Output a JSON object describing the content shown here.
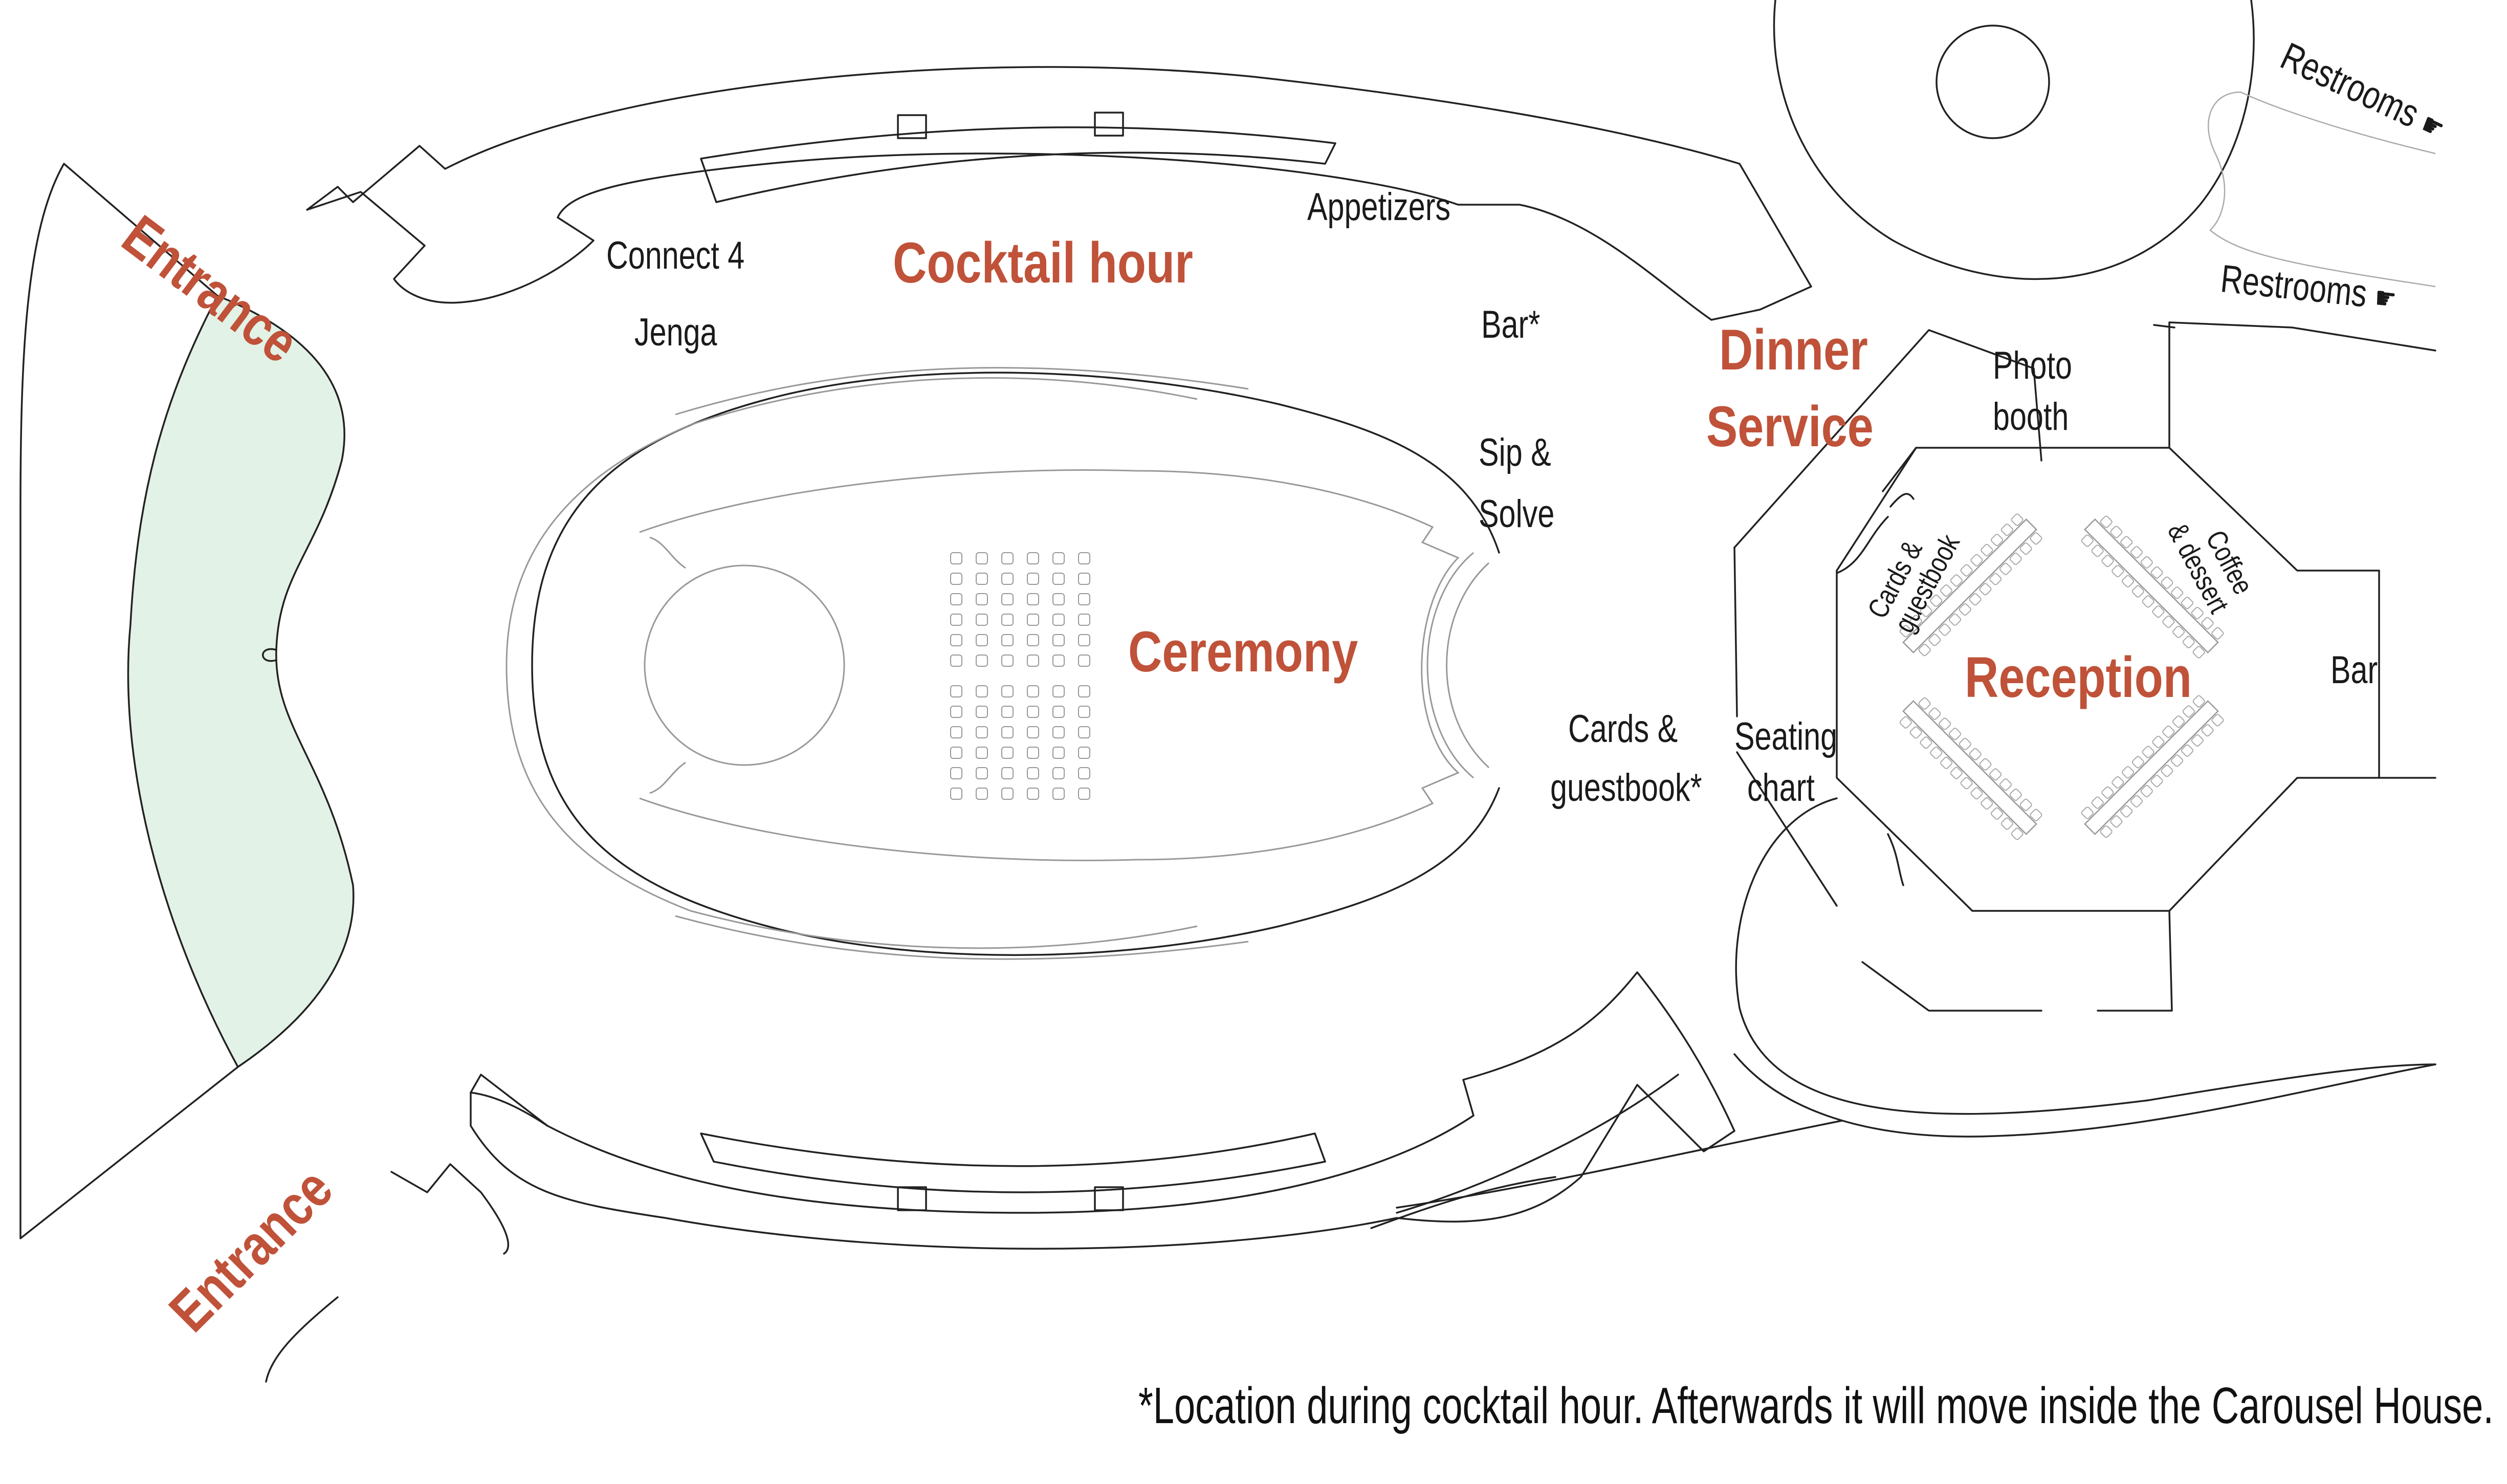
{
  "labels": {
    "entrance_top": "Entrance",
    "entrance_bottom": "Entrance",
    "cocktail_hour": "Cocktail hour",
    "ceremony": "Ceremony",
    "dinner_service_line1": "Dinner",
    "dinner_service_line2": "Service",
    "reception": "Reception",
    "connect4": "Connect 4",
    "jenga": "Jenga",
    "appetizers": "Appetizers",
    "bar_star": "Bar*",
    "sip_solve_line1": "Sip &",
    "sip_solve_line2": "Solve",
    "cards_guestbook_outside_line1": "Cards &",
    "cards_guestbook_outside_line2": "guestbook*",
    "seating_chart_line1": "Seating",
    "seating_chart_line2": "chart",
    "photo_booth_line1": "Photo",
    "photo_booth_line2": "booth",
    "cards_guestbook_inside_line1": "Cards &",
    "cards_guestbook_inside_line2": "guestbook",
    "coffee_dessert_line1": "Coffee",
    "coffee_dessert_line2": "& dessert",
    "bar_reception": "Bar",
    "restrooms_top": "Restrooms",
    "restrooms_right": "Restrooms",
    "hand_icon": "☛"
  },
  "footnote": "*Location during cocktail hour. Afterwards it will move inside the Carousel House.",
  "colors": {
    "accent": "#bf5239",
    "lawn": "#e2f2e6",
    "lines": "#222222"
  },
  "icons": [
    "pointing-hand-icon",
    "door-icon",
    "chair-icon",
    "table-icon"
  ]
}
